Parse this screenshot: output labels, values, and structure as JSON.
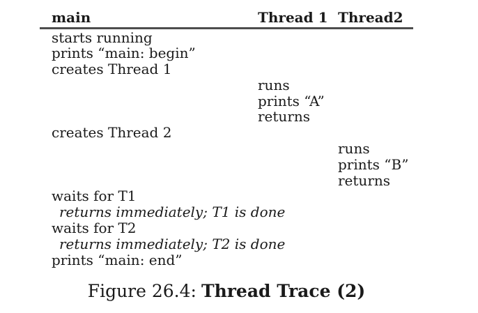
{
  "page": {
    "background_color": "#ffffff",
    "text_color": "#1a1a1a",
    "rule_color": "#4d4d4d"
  },
  "table": {
    "columns": [
      {
        "id": "main",
        "label": "main"
      },
      {
        "id": "thread1",
        "label": "Thread 1"
      },
      {
        "id": "thread2",
        "label": "Thread2"
      }
    ],
    "rows": [
      {
        "column": "main",
        "text": "starts running",
        "italic": false
      },
      {
        "column": "main",
        "text": "prints “main: begin”",
        "italic": false
      },
      {
        "column": "main",
        "text": "creates Thread 1",
        "italic": false
      },
      {
        "column": "thread1",
        "text": "runs",
        "italic": false
      },
      {
        "column": "thread1",
        "text": "prints “A”",
        "italic": false
      },
      {
        "column": "thread1",
        "text": "returns",
        "italic": false
      },
      {
        "column": "main",
        "text": "creates Thread 2",
        "italic": false
      },
      {
        "column": "thread2",
        "text": "runs",
        "italic": false
      },
      {
        "column": "thread2",
        "text": "prints “B”",
        "italic": false
      },
      {
        "column": "thread2",
        "text": "returns",
        "italic": false
      },
      {
        "column": "main",
        "text": "waits for T1",
        "italic": false
      },
      {
        "column": "main",
        "text": "returns immediately; T1 is done",
        "italic": true
      },
      {
        "column": "main",
        "text": "waits for T2",
        "italic": false
      },
      {
        "column": "main",
        "text": "returns immediately; T2 is done",
        "italic": true
      },
      {
        "column": "main",
        "text": "prints “main: end”",
        "italic": false
      }
    ]
  },
  "caption": {
    "label": "Figure 26.4:",
    "title": "Thread Trace (2)"
  }
}
